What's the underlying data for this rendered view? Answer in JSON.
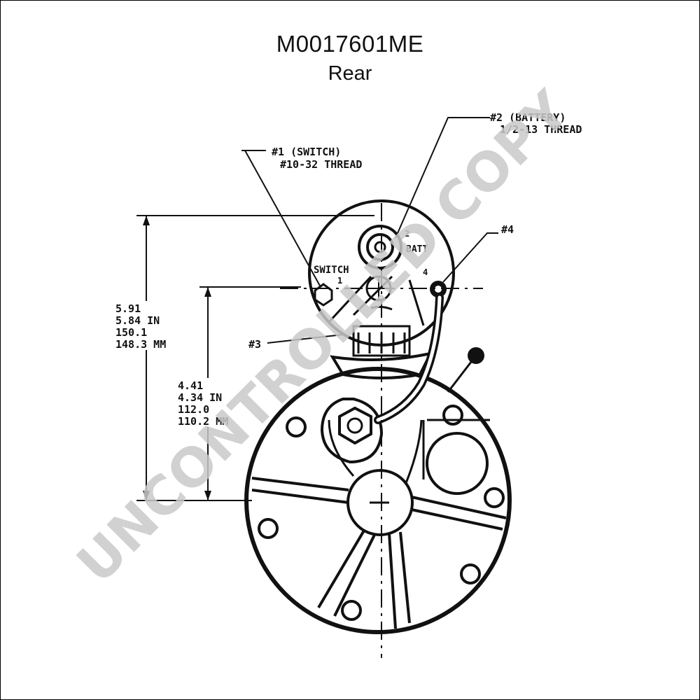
{
  "title": "M0017601ME",
  "subtitle": "Rear",
  "callouts": {
    "switch_line1": "#1 (SWITCH)",
    "switch_line2": "#10-32 THREAD",
    "battery_line1": "#2 (BATTERY)",
    "battery_line2": "1/2-13 THREAD",
    "terminal4": "#4",
    "terminal3": "#3"
  },
  "terminal_labels": {
    "switch": "SWITCH",
    "one": "1",
    "two": "2",
    "batt": "BATT",
    "four": "4"
  },
  "dimensions": {
    "outer": [
      "5.91",
      "5.84 IN",
      "150.1",
      "148.3 MM"
    ],
    "inner": [
      "4.41",
      "4.34 IN",
      "112.0",
      "110.2 MM"
    ]
  },
  "watermark": "UNCONTROLLED COPY"
}
